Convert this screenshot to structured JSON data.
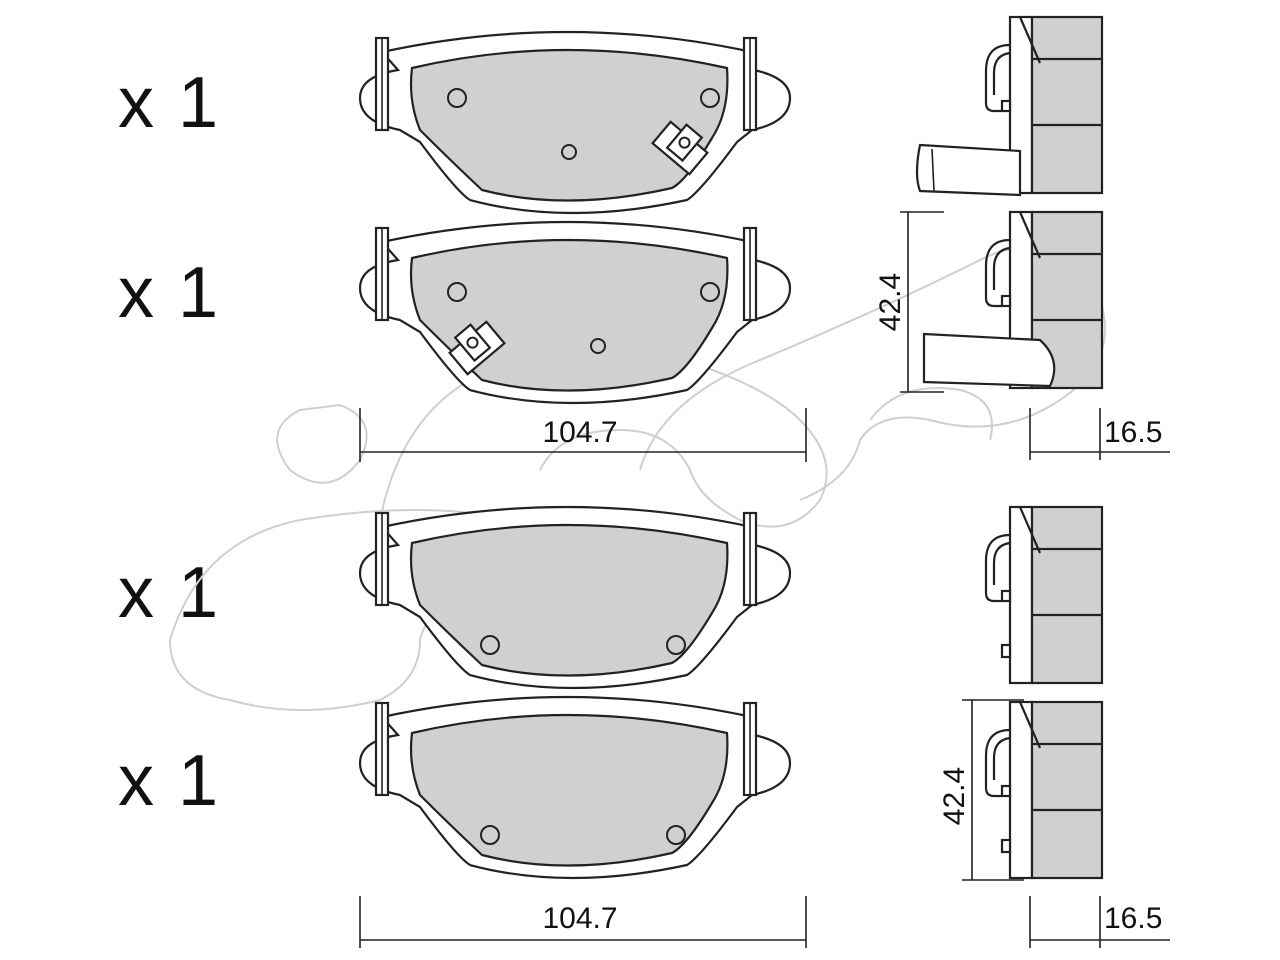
{
  "quantities": [
    "x 1",
    "x 1",
    "x 1",
    "x 1"
  ],
  "dimensions": {
    "width_upper": "104.7",
    "width_lower": "104.7",
    "height_upper": "42.4",
    "height_lower": "42.4",
    "thickness_upper": "16.5",
    "thickness_lower": "16.5"
  },
  "colors": {
    "friction_material": "#d0d0d0",
    "outline": "#222222",
    "watermark": "#cfcfcf"
  }
}
